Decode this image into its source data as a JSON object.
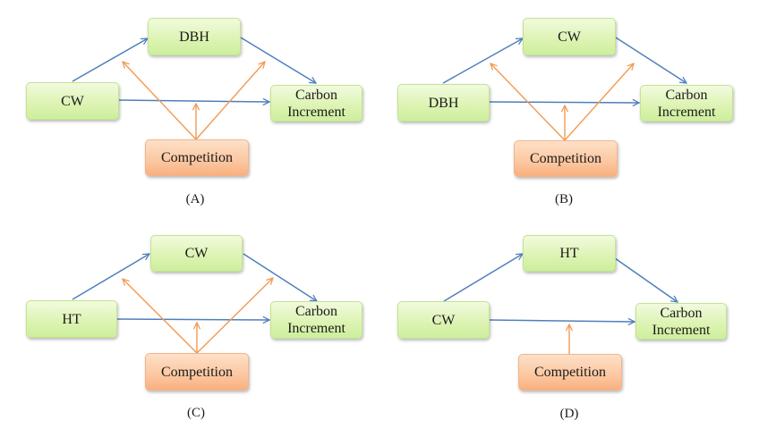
{
  "colors": {
    "blue_arrow": "#4f7fbd",
    "orange_arrow": "#f29a52",
    "green_box": "#d9f2ad",
    "orange_box": "#fbc49c"
  },
  "panels": [
    {
      "caption": "(A)",
      "nodes": {
        "predictor": "CW",
        "mediator": "DBH",
        "outcome": "Carbon Increment",
        "moderator": "Competition"
      },
      "moderated_paths": [
        "predictor->mediator",
        "predictor->outcome",
        "mediator->outcome"
      ]
    },
    {
      "caption": "(B)",
      "nodes": {
        "predictor": "DBH",
        "mediator": "CW",
        "outcome": "Carbon Increment",
        "moderator": "Competition"
      },
      "moderated_paths": [
        "predictor->mediator",
        "predictor->outcome",
        "mediator->outcome"
      ]
    },
    {
      "caption": "(C)",
      "nodes": {
        "predictor": "HT",
        "mediator": "CW",
        "outcome": "Carbon Increment",
        "moderator": "Competition"
      },
      "moderated_paths": [
        "predictor->mediator",
        "predictor->outcome",
        "mediator->outcome"
      ]
    },
    {
      "caption": "(D)",
      "nodes": {
        "predictor": "CW",
        "mediator": "HT",
        "outcome": "Carbon Increment",
        "moderator": "Competition"
      },
      "moderated_paths": [
        "predictor->outcome"
      ]
    }
  ]
}
